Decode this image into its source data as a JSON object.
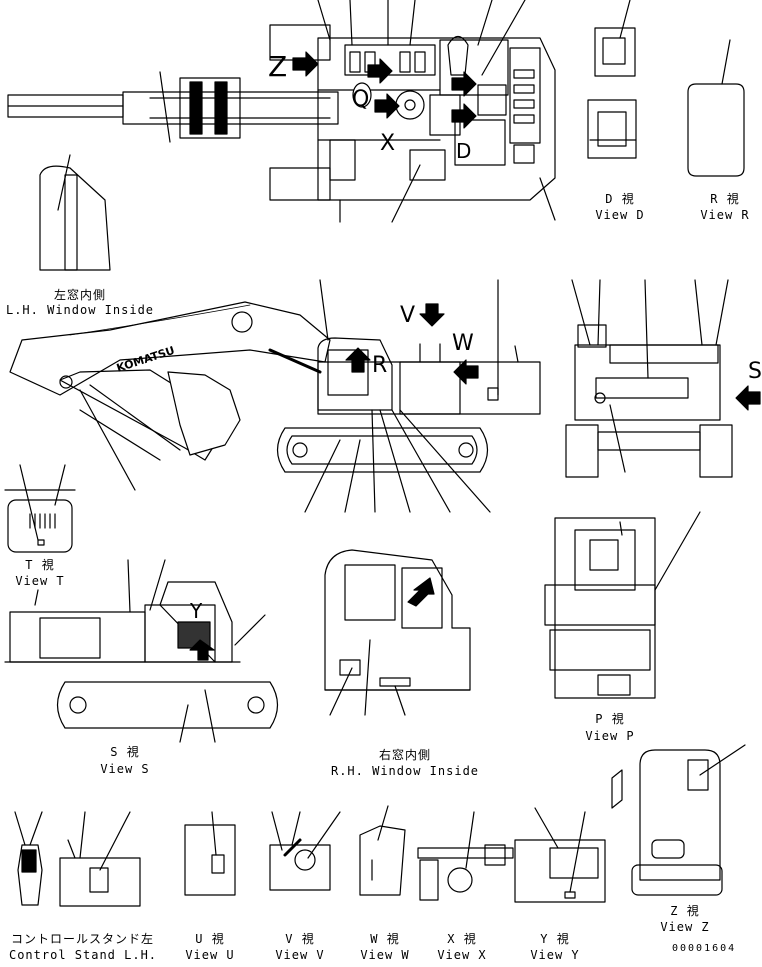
{
  "views": {
    "d": {
      "jp": "D 視",
      "en": "View D"
    },
    "r": {
      "jp": "R 視",
      "en": "View R"
    },
    "lh_window": {
      "jp": "左窓内側",
      "en": "L.H. Window Inside"
    },
    "t": {
      "jp": "T 視",
      "en": "View T"
    },
    "s": {
      "jp": "S 視",
      "en": "View S"
    },
    "rh_window": {
      "jp": "右窓内側",
      "en": "R.H. Window Inside"
    },
    "p": {
      "jp": "P 視",
      "en": "View P"
    },
    "control_stand": {
      "jp": "コントロールスタンド左",
      "en": "Control Stand L.H."
    },
    "u": {
      "jp": "U 視",
      "en": "View U"
    },
    "v": {
      "jp": "V 視",
      "en": "View V"
    },
    "w": {
      "jp": "W 視",
      "en": "View W"
    },
    "x": {
      "jp": "X 視",
      "en": "View X"
    },
    "y": {
      "jp": "Y 視",
      "en": "View Y"
    },
    "z": {
      "jp": "Z 視",
      "en": "View Z"
    }
  },
  "arrow_letters": {
    "z": "Z",
    "q": "Q",
    "x": "X",
    "v": "V",
    "w": "W",
    "s": "S",
    "y": "Y",
    "r": "R",
    "d": "D"
  },
  "brand_text": "KOMATSU",
  "document_number": "00001604"
}
